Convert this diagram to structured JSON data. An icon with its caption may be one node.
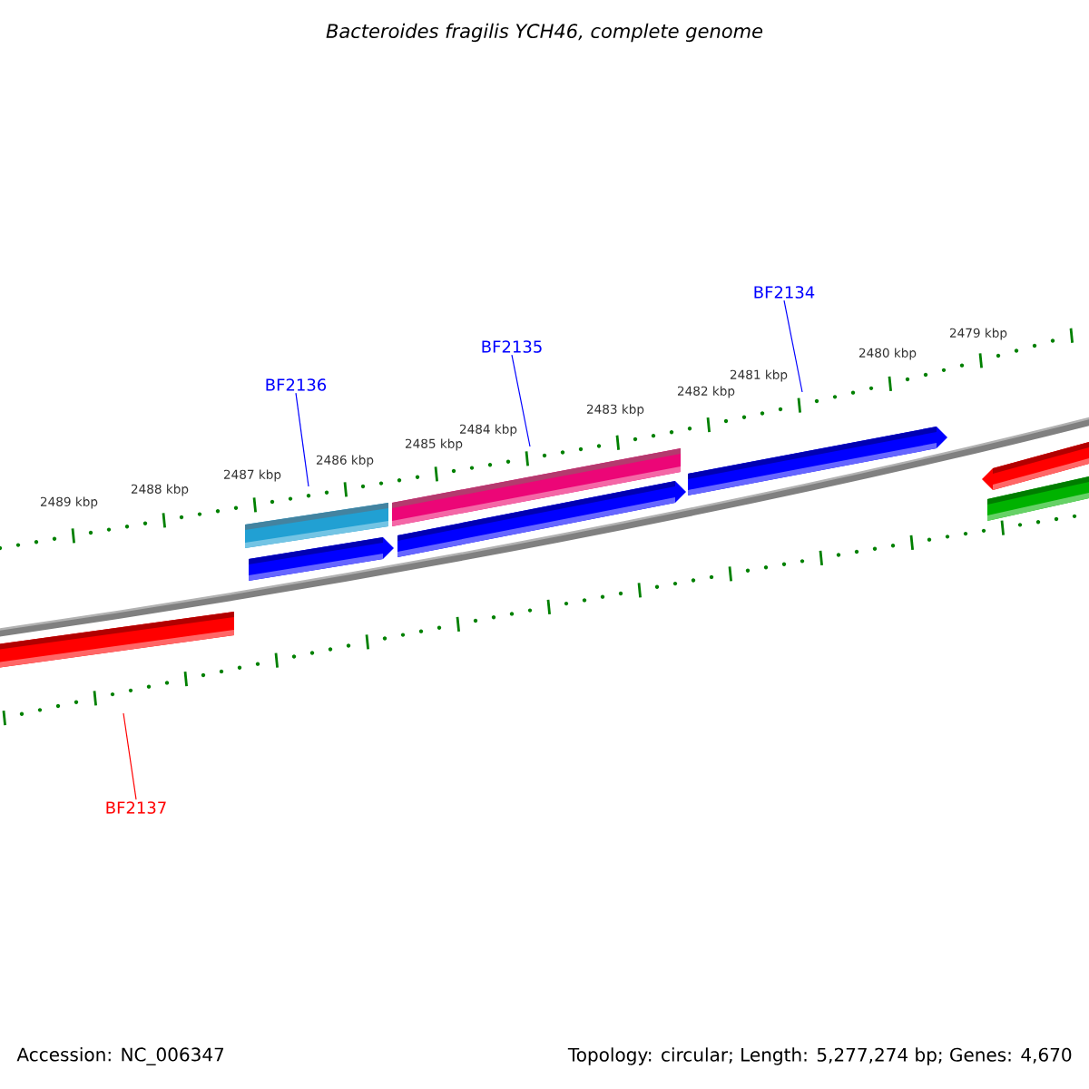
{
  "diagram": {
    "title": "Bacteroides fragilis YCH46, complete genome",
    "nodes": [
      {
        "text": [
          "BF2136"
        ]
      },
      {
        "text": [
          "BF2135"
        ]
      },
      {
        "text": [
          "BF2134"
        ]
      },
      {
        "text": [
          "BF2137"
        ]
      }
    ],
    "edges": [
      {
        "from": 0,
        "to": null,
        "arrow": "none"
      },
      {
        "from": 1,
        "to": null,
        "arrow": "none"
      },
      {
        "from": 2,
        "to": null,
        "arrow": "none"
      },
      {
        "from": 3,
        "to": null,
        "arrow": "none",
        "color": "#ff0000"
      }
    ],
    "labels": [
      "2479 kbp",
      "2480 kbp",
      "2481 kbp",
      "2482 kbp",
      "2483 kbp",
      "2484 kbp",
      "2485 kbp",
      "2486 kbp",
      "2487 kbp",
      "2488 kbp",
      "2489 kbp",
      "Accession: NC_006347",
      "Topology: circular; Length: 5,277,274 bp; Genes: 4,670"
    ]
  }
}
